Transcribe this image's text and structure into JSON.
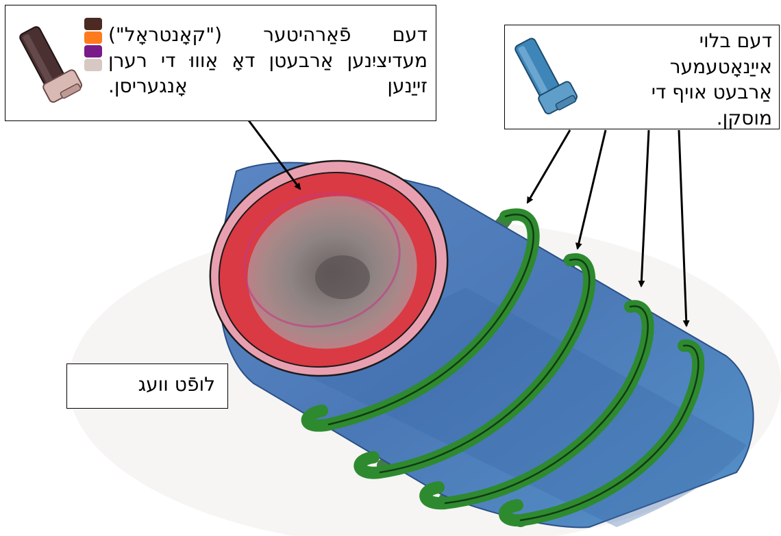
{
  "labels": {
    "controller_text": "דעם פֿאַרהיטער (\"קאָנטראָל\") מעדיציִנען אַרבעטן דאָ אַוווּ די רערן זייַנען אָנגעריסן.",
    "reliever_text": "דעם בלוי אייַנאָטעמער אַרבעט אויף די מוסקן.",
    "airway_text": "לופֿט וועג"
  },
  "icons": {
    "controller_inhaler": "brown-inhaler-icon",
    "reliever_inhaler": "blue-inhaler-icon"
  },
  "colors": {
    "controller_inhaler": "#4a3030",
    "reliever_inhaler": "#3f86b8",
    "airway_tube": "#4a78b8",
    "inflamed_lining": "#d93a43",
    "muscle_band": "#2e8a2e",
    "swatches": [
      "#4a2a22",
      "#ff7a1c",
      "#7a1a8a",
      "#d8c8c4"
    ]
  }
}
